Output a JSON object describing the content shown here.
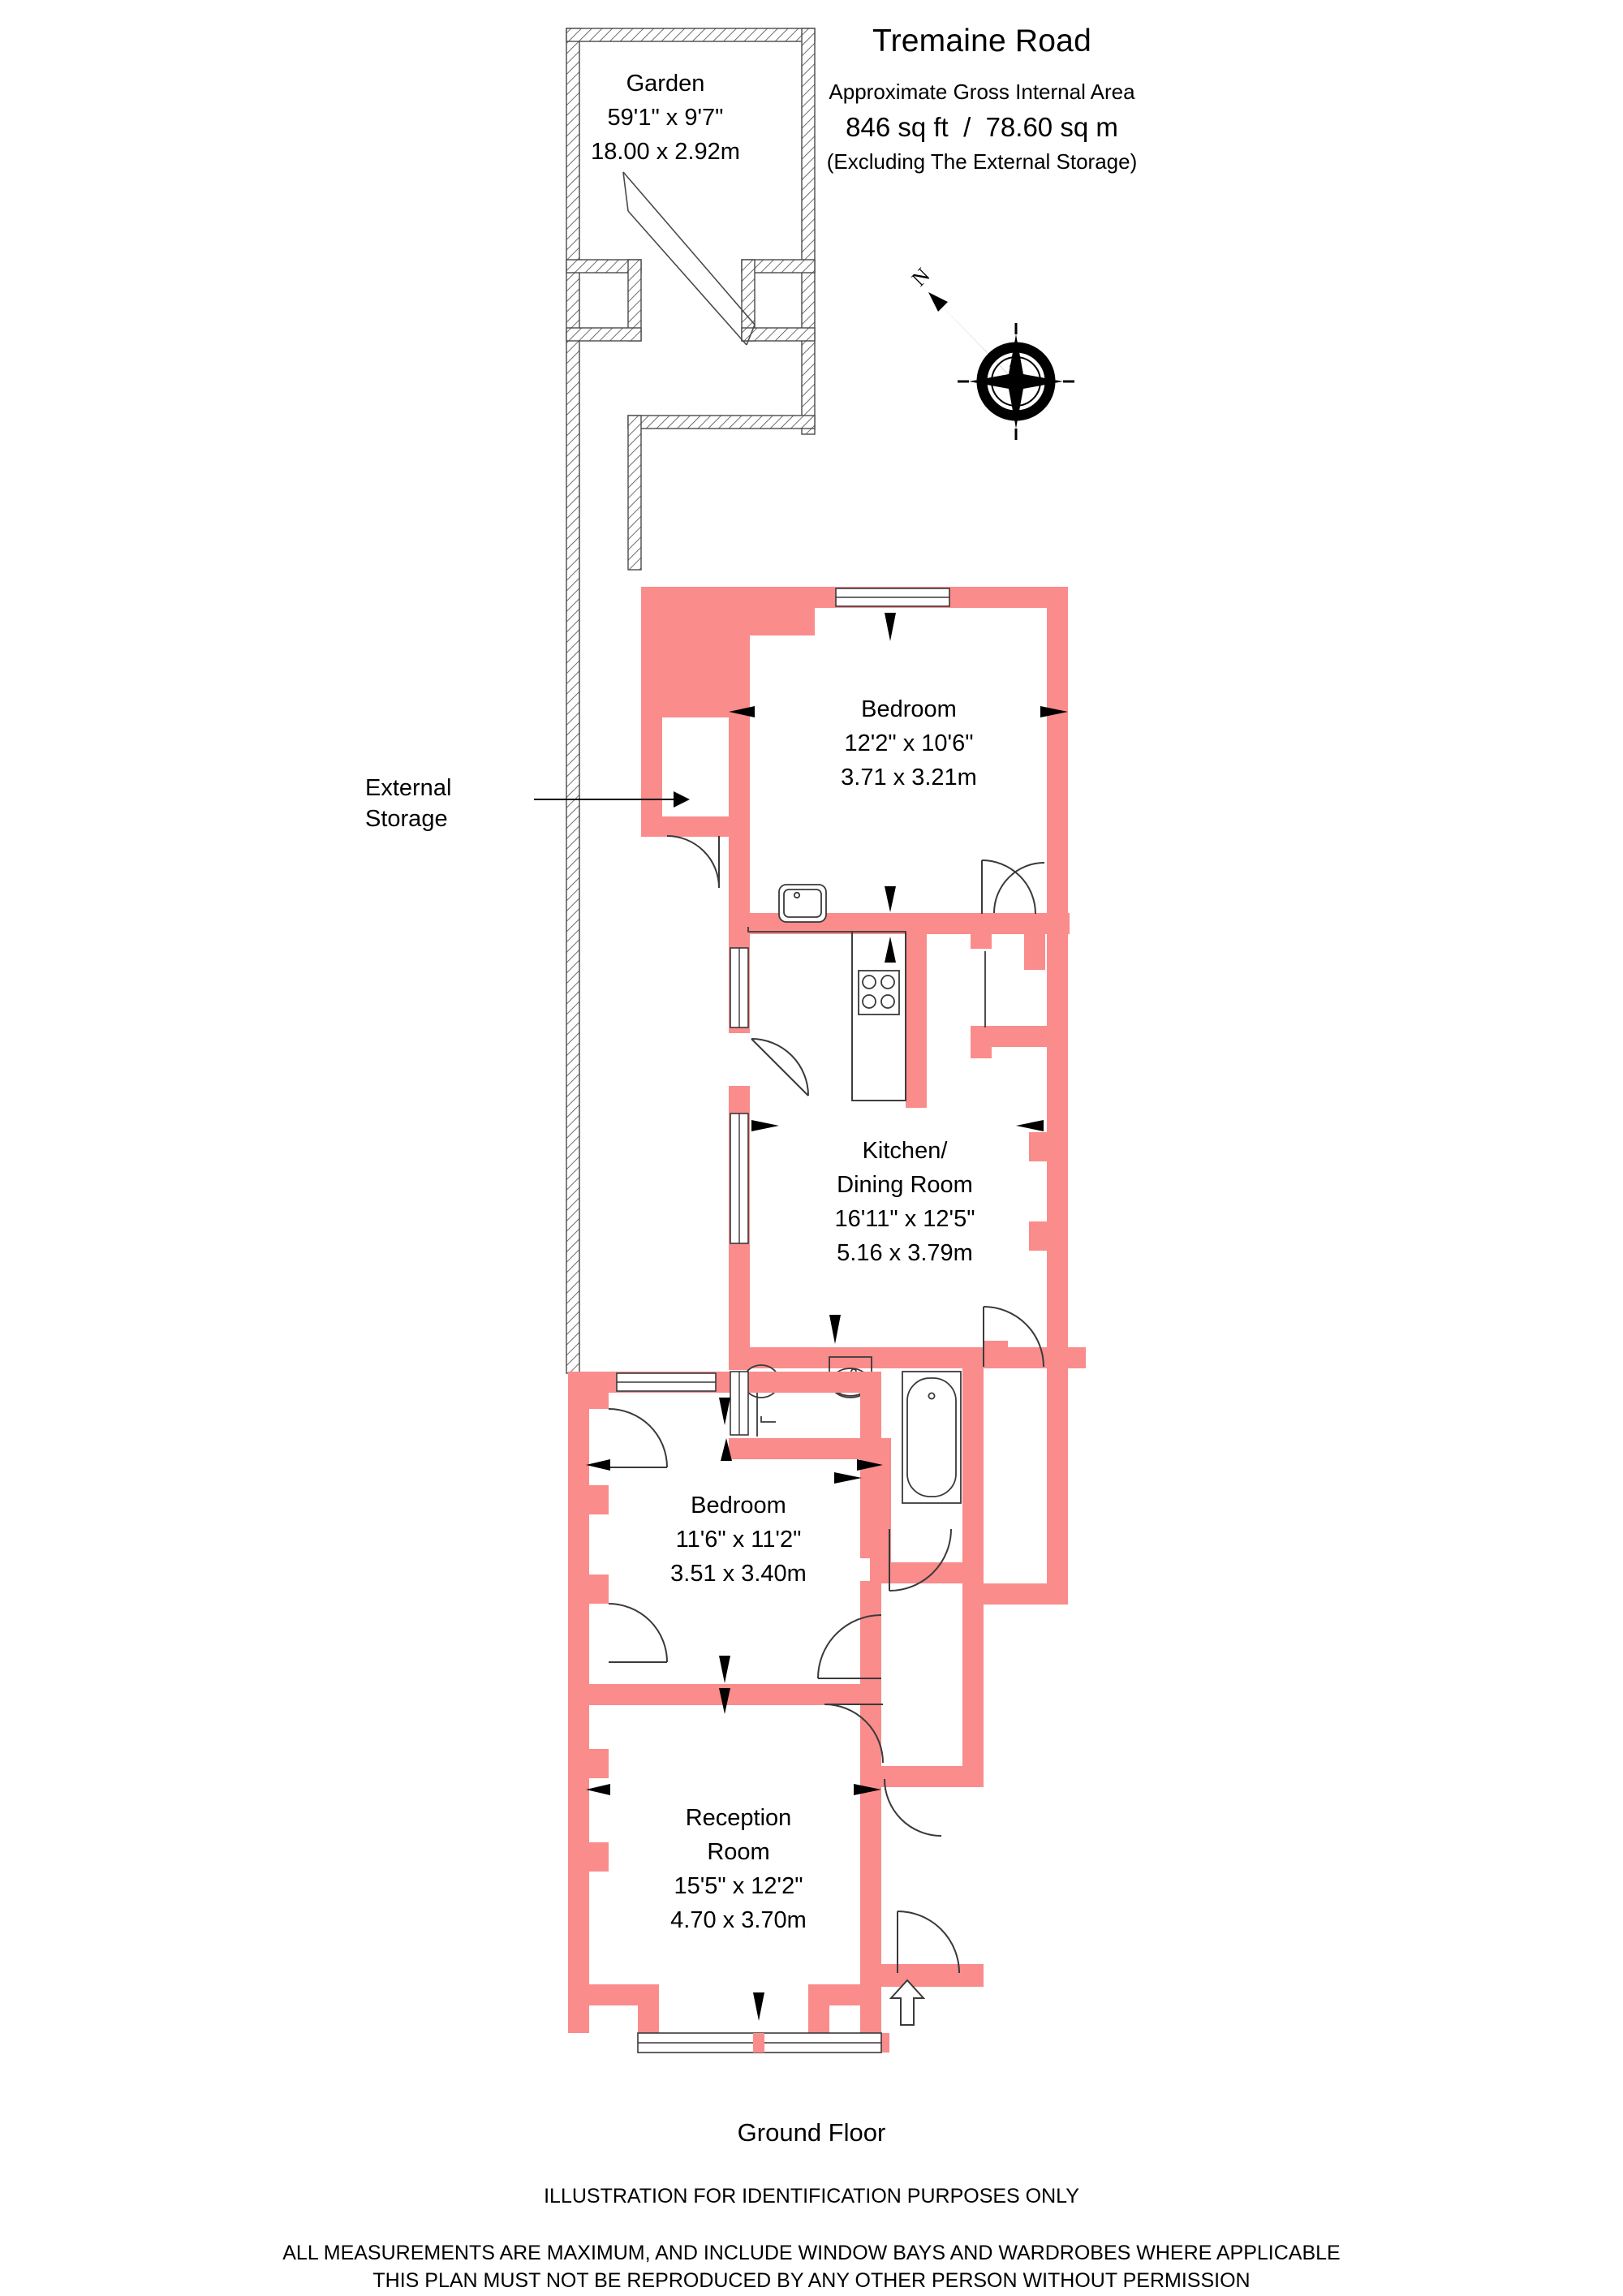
{
  "header": {
    "title": "Tremaine Road",
    "area_caption": "Approximate Gross Internal Area",
    "area_value": "846 sq ft  /  78.60 sq m",
    "area_note": "(Excluding The External Storage)"
  },
  "garden": {
    "name": "Garden",
    "dim_imperial": "59'1\" x 9'7\"",
    "dim_metric": "18.00 x 2.92m"
  },
  "annotations": {
    "external_storage_line1": "External",
    "external_storage_line2": "Storage",
    "compass_north": "N"
  },
  "rooms": [
    {
      "key": "bedroom_1",
      "name": "Bedroom",
      "dim_imperial": "12'2\" x 10'6\"",
      "dim_metric": "3.71 x 3.21m"
    },
    {
      "key": "kitchen_dining",
      "name_line1": "Kitchen/",
      "name_line2": "Dining Room",
      "dim_imperial": "16'11\" x 12'5\"",
      "dim_metric": "5.16 x 3.79m"
    },
    {
      "key": "bedroom_2",
      "name": "Bedroom",
      "dim_imperial": "11'6\" x 11'2\"",
      "dim_metric": "3.51 x 3.40m"
    },
    {
      "key": "reception_room",
      "name_line1": "Reception",
      "name_line2": "Room",
      "dim_imperial": "15'5\" x 12'2\"",
      "dim_metric": "4.70 x 3.70m"
    }
  ],
  "footer": {
    "floor_label": "Ground Floor",
    "disclaimer_1": "ILLUSTRATION FOR IDENTIFICATION PURPOSES ONLY",
    "disclaimer_2": "ALL MEASUREMENTS ARE MAXIMUM, AND INCLUDE WINDOW BAYS AND WARDROBES WHERE APPLICABLE",
    "disclaimer_3": "THIS PLAN MUST NOT BE REPRODUCED BY ANY OTHER PERSON WITHOUT PERMISSION"
  },
  "colors": {
    "wall": "#FA8C8C",
    "outline": "#3a3a3a",
    "text": "#000000",
    "background": "#FFFFFF"
  },
  "fixtures": [
    "sink",
    "hob",
    "wc",
    "wash-basin",
    "bath"
  ]
}
